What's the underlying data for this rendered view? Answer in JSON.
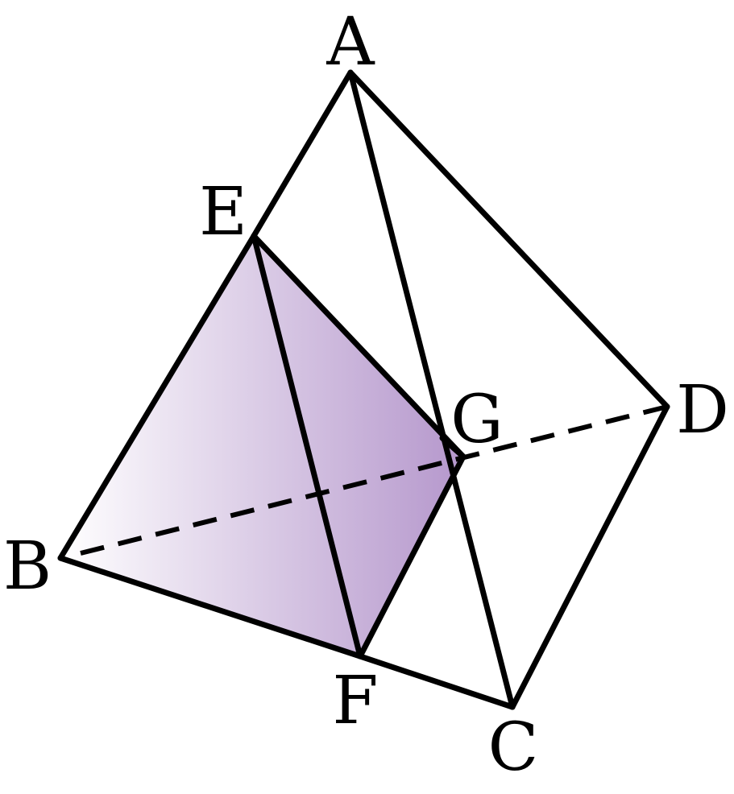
{
  "diagram": {
    "labels": {
      "A": "A",
      "B": "B",
      "C": "C",
      "D": "D",
      "E": "E",
      "F": "F",
      "G": "G"
    },
    "colors": {
      "line": "#000000",
      "shade_start": "#ffffff",
      "shade_end": "#b597cc"
    }
  }
}
